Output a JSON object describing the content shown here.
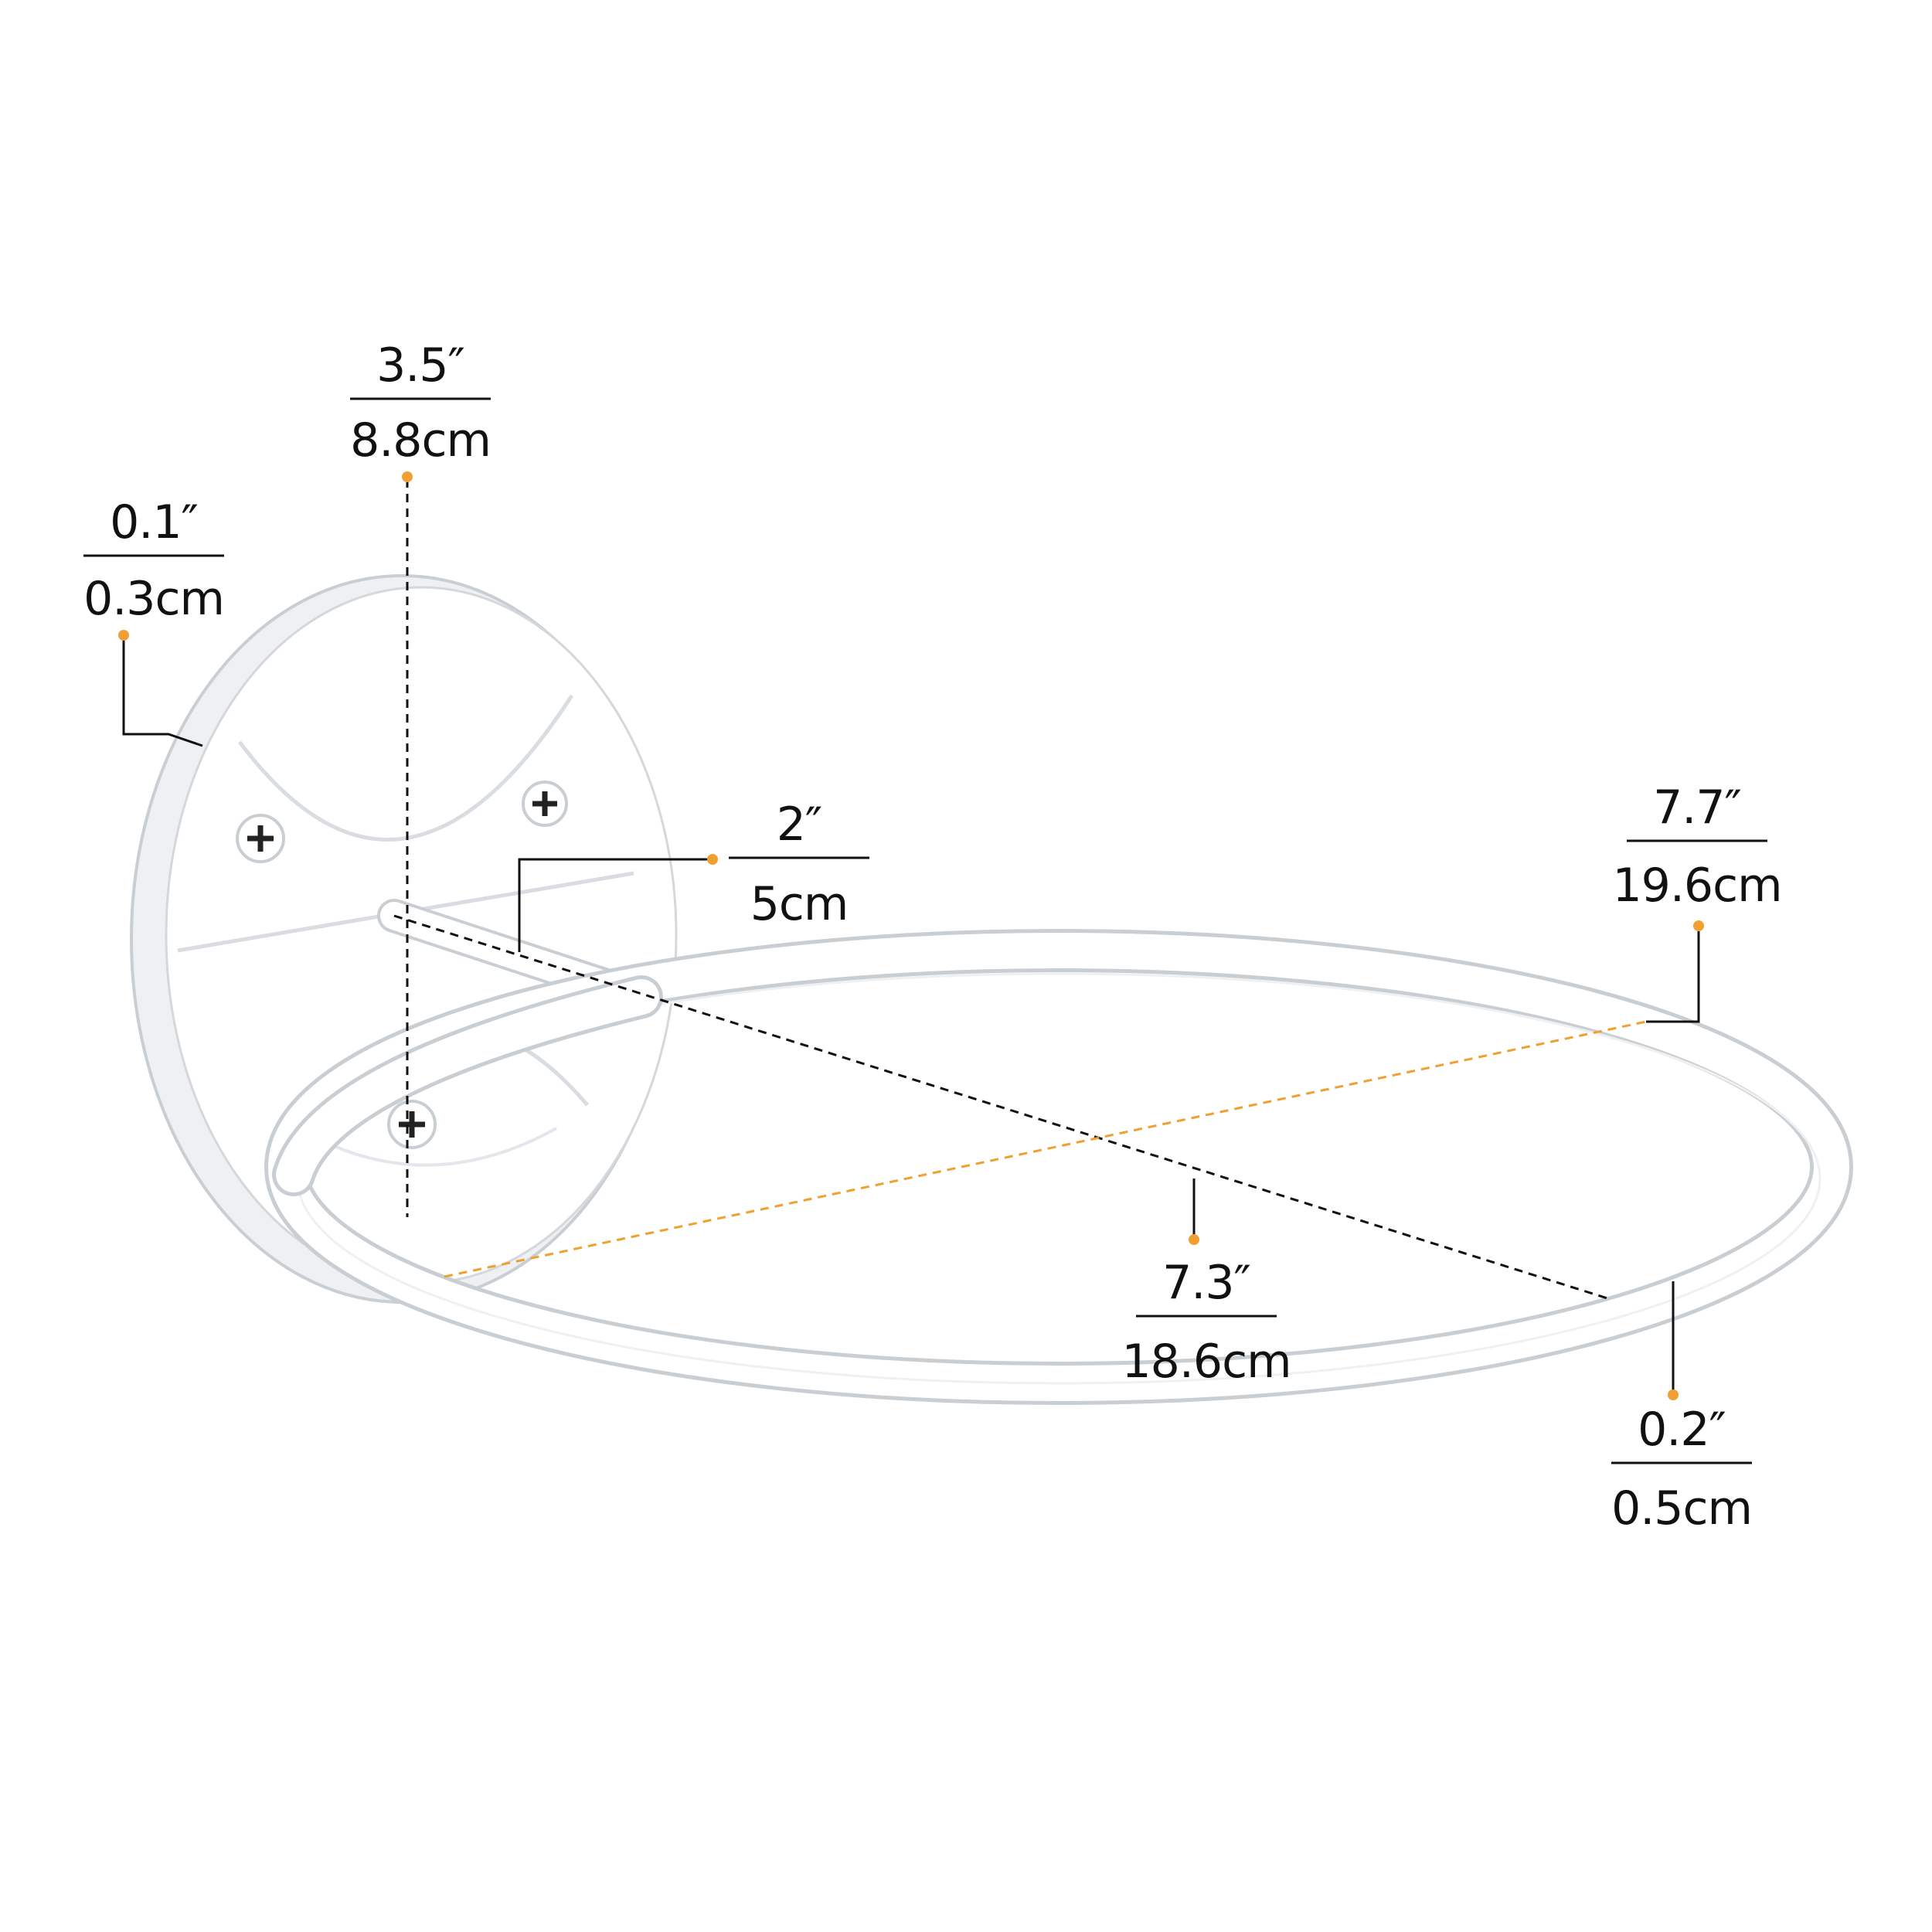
{
  "colors": {
    "background": "#ffffff",
    "text": "#111111",
    "accent_orange": "#f0a030",
    "product_fill": "#ffffff",
    "product_stroke": "#c9ced3",
    "product_shadow": "#e3e6ea",
    "dashed_dimension": "#111111",
    "dashed_diameter": "#f0a030"
  },
  "dimensions": {
    "plate_height": {
      "inches": "3.5″",
      "cm": "8.8cm"
    },
    "plate_thickness": {
      "inches": "0.1″",
      "cm": "0.3cm"
    },
    "arm_length": {
      "inches": "2″",
      "cm": "5cm"
    },
    "ring_outer_diameter": {
      "inches": "7.7″",
      "cm": "19.6cm"
    },
    "ring_inner_depth": {
      "inches": "7.3″",
      "cm": "18.6cm"
    },
    "wire_thickness": {
      "inches": "0.2″",
      "cm": "0.5cm"
    }
  },
  "icons": [
    "screw-head-icon",
    "callout-dot-icon"
  ]
}
